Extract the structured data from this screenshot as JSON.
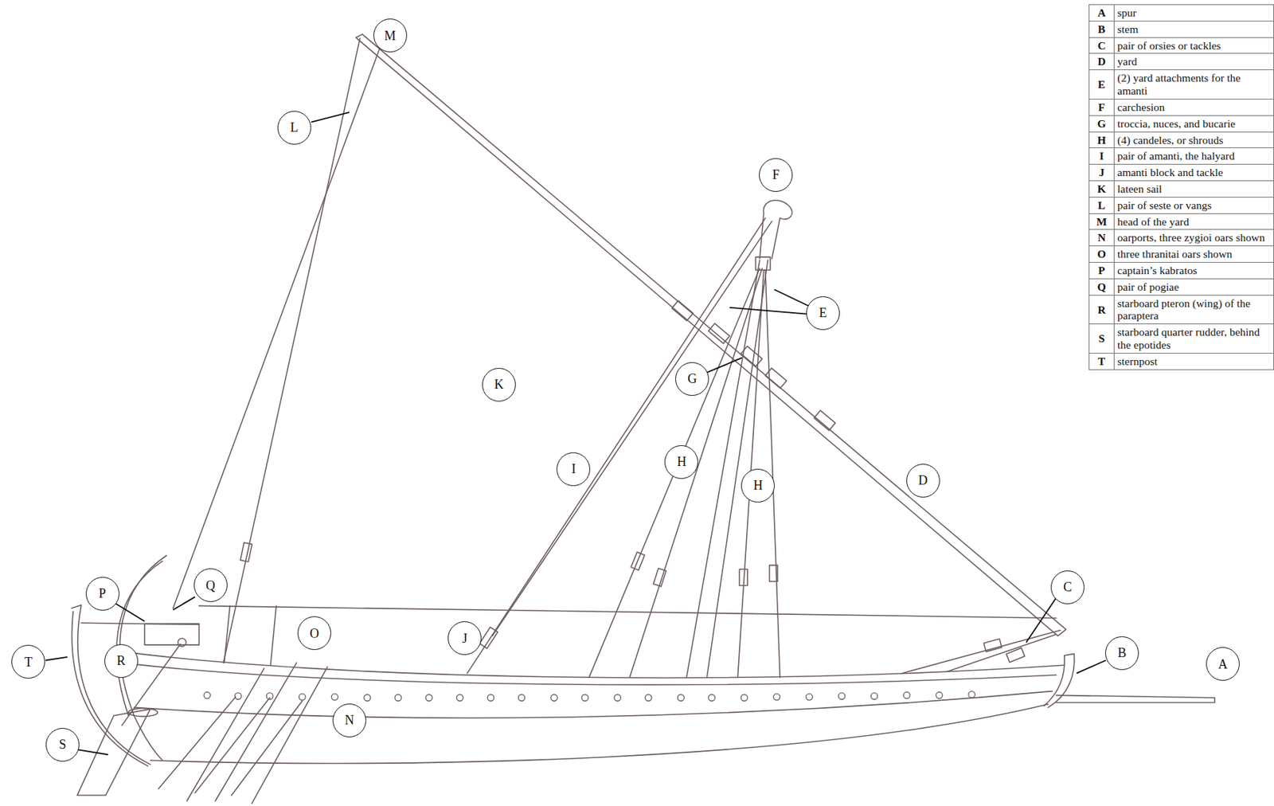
{
  "diagram": {
    "nodes": [
      {
        "text": [
          "M"
        ]
      },
      {
        "text": [
          "L"
        ]
      },
      {
        "text": [
          "F"
        ]
      },
      {
        "text": [
          "E"
        ]
      },
      {
        "text": [
          "K"
        ]
      },
      {
        "text": [
          "G"
        ]
      },
      {
        "text": [
          "I"
        ]
      },
      {
        "text": [
          "H"
        ]
      },
      {
        "text": [
          "H"
        ]
      },
      {
        "text": [
          "D"
        ]
      },
      {
        "text": [
          "C"
        ]
      },
      {
        "text": [
          "P"
        ]
      },
      {
        "text": [
          "Q"
        ]
      },
      {
        "text": [
          "O"
        ]
      },
      {
        "text": [
          "J"
        ]
      },
      {
        "text": [
          "B"
        ]
      },
      {
        "text": [
          "A"
        ]
      },
      {
        "text": [
          "T"
        ]
      },
      {
        "text": [
          "R"
        ]
      },
      {
        "text": [
          "N"
        ]
      },
      {
        "text": [
          "S"
        ]
      }
    ],
    "labels": [
      "A",
      "spur",
      "B",
      "stem",
      "C",
      "pair of orsies or tackles",
      "D",
      "yard",
      "E",
      "(2) yard attachments for the amanti",
      "F",
      "carchesion",
      "G",
      "troccia, nuces, and bucarie",
      "H",
      "(4) candeles, or shrouds",
      "I",
      "pair of amanti, the halyard",
      "J",
      "amanti block and tackle",
      "K",
      "lateen sail",
      "L",
      "pair of seste or vangs",
      "M",
      "head of the yard",
      "N",
      "oarports, three zygioi oars shown",
      "O",
      "three thranitai oars shown",
      "P",
      "captain’s kabratos",
      "Q",
      "pair of pogiae",
      "R",
      "starboard pteron (wing) of the paraptera",
      "S",
      "starboard quarter rudder, behind the epotides",
      "T",
      "sternpost"
    ]
  }
}
